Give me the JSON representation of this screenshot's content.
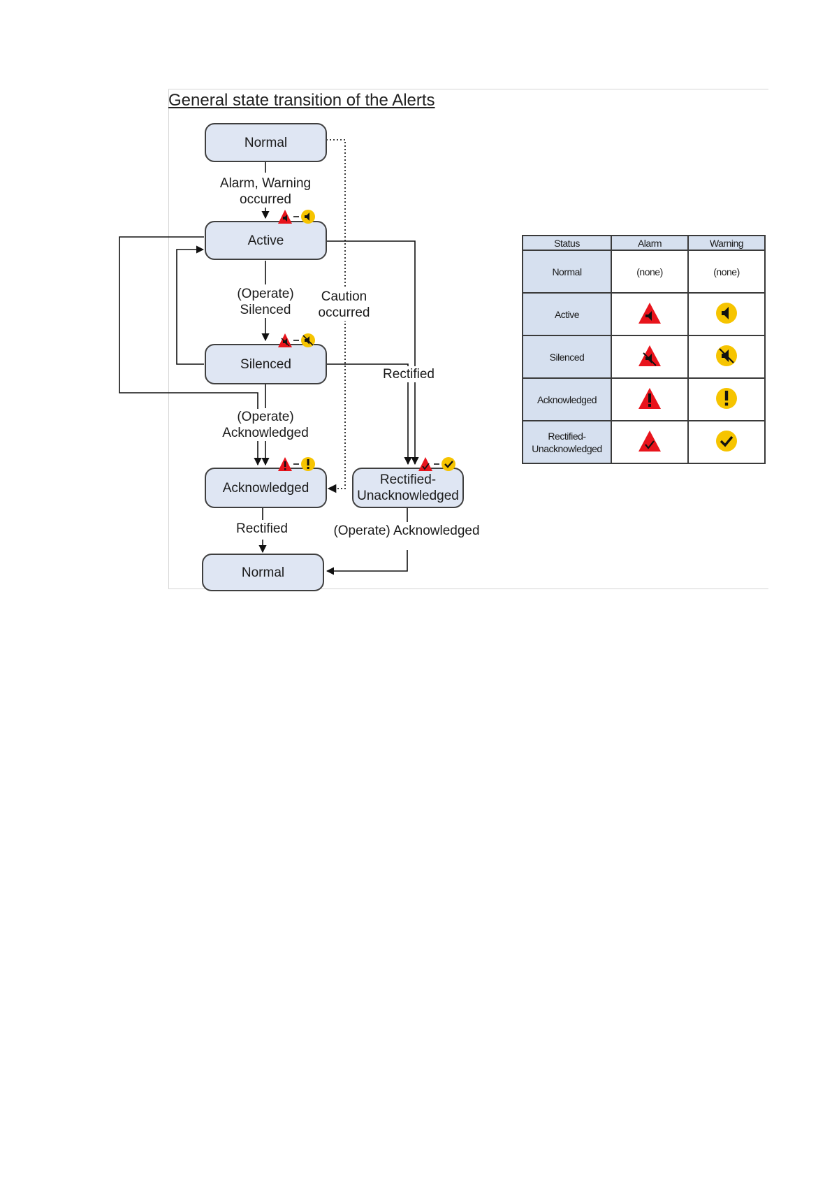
{
  "figure": {
    "title": "General state transition of the Alerts"
  },
  "states": {
    "normal_top": "Normal",
    "active": "Active",
    "silenced": "Silenced",
    "acknowledged": "Acknowledged",
    "rectified_unack": "Rectified-\nUnacknowledged",
    "normal_bottom": "Normal"
  },
  "transitions": {
    "alarm_warning_occurred": "Alarm, Warning\noccurred",
    "operate_silenced": "(Operate)\nSilenced",
    "caution_occurred": "Caution\noccurred",
    "rectified_right": "Rectified",
    "operate_acknowledged": "(Operate)\nAcknowledged",
    "rectified_bottom": "Rectified",
    "operate_acknowledged_inline": "(Operate) Acknowledged"
  },
  "status_table": {
    "headers": {
      "status": "Status",
      "alarm": "Alarm",
      "warning": "Warning"
    },
    "rows": [
      {
        "status": "Normal",
        "alarm": "(none)",
        "warning": "(none)",
        "alarm_icon": "",
        "warning_icon": ""
      },
      {
        "status": "Active",
        "alarm": "",
        "warning": "",
        "alarm_icon": "alarm-active-icon",
        "warning_icon": "warning-active-icon"
      },
      {
        "status": "Silenced",
        "alarm": "",
        "warning": "",
        "alarm_icon": "alarm-silenced-icon",
        "warning_icon": "warning-silenced-icon"
      },
      {
        "status": "Acknowledged",
        "alarm": "",
        "warning": "",
        "alarm_icon": "alarm-acknowledged-icon",
        "warning_icon": "warning-acknowledged-icon"
      },
      {
        "status": "Rectified-\nUnacknowledged",
        "alarm": "",
        "warning": "",
        "alarm_icon": "alarm-rectified-icon",
        "warning_icon": "warning-rectified-icon"
      }
    ]
  },
  "colors": {
    "alarm_red": "#e8141c",
    "warning_yellow": "#f6c400",
    "node_fill": "#dfe6f3",
    "table_header_fill": "#d6e0ef"
  }
}
